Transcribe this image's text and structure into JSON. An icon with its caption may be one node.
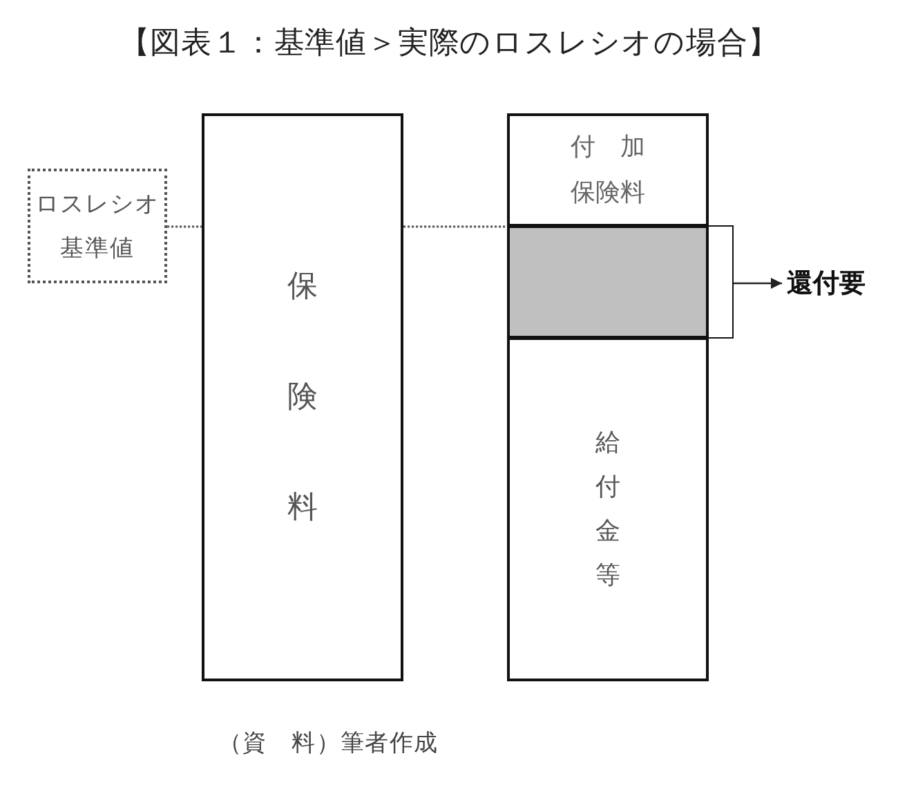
{
  "diagram": {
    "title": "【図表１：基準値＞実際のロスレシオの場合】",
    "caption": "（資　料）筆者作成",
    "nodes": [
      {
        "text": [
          "ロスレシオ基準値"
        ]
      },
      {
        "text": [
          "保険料"
        ]
      },
      {
        "text": [
          "付　加保険料"
        ]
      },
      {
        "text": [],
        "shape": "box"
      },
      {
        "text": [],
        "shape": "bracket"
      },
      {
        "text": [
          "還付要"
        ]
      },
      {
        "text": [
          "給付金等"
        ]
      }
    ],
    "edges": [
      {
        "from": 0,
        "to": 1,
        "arrow": "none",
        "style": "dashed"
      },
      {
        "from": 1,
        "to": 3,
        "arrow": "none",
        "style": "dashed"
      },
      {
        "from": 4,
        "to": 5,
        "arrow": "to"
      }
    ]
  }
}
